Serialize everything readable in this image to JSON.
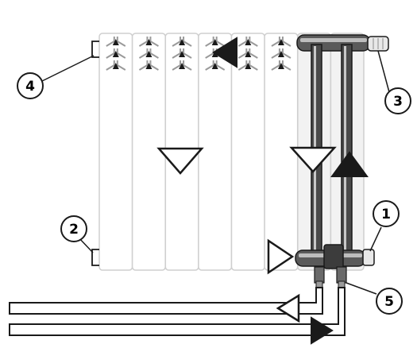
{
  "colors": {
    "background": "#ffffff",
    "line": "#1a1a1a",
    "fin": "#9a9a9a",
    "pipe_dark": "#3c3c3c",
    "pipe_light": "#bdbdbd",
    "section_outline": "#cfcfcf"
  },
  "radiator": {
    "section_count": 8,
    "fin_rows": 3
  },
  "callouts": [
    {
      "label": "1"
    },
    {
      "label": "2"
    },
    {
      "label": "3"
    },
    {
      "label": "4"
    },
    {
      "label": "5"
    }
  ],
  "flow_arrows": [
    {
      "kind": "hollow",
      "direction": "down",
      "location": "left-sections"
    },
    {
      "kind": "hollow",
      "direction": "down",
      "location": "inner-pipe"
    },
    {
      "kind": "solid",
      "direction": "up",
      "location": "inner-pipe-return"
    },
    {
      "kind": "solid",
      "direction": "left",
      "location": "top-header"
    },
    {
      "kind": "hollow",
      "direction": "right",
      "location": "bottom-inlet"
    },
    {
      "kind": "hollow",
      "direction": "left",
      "location": "upper-supply-pipe"
    },
    {
      "kind": "solid",
      "direction": "right",
      "location": "lower-return-pipe"
    }
  ],
  "icons": [
    "radiator-icon",
    "valve-icon",
    "thermostat-head-icon"
  ]
}
